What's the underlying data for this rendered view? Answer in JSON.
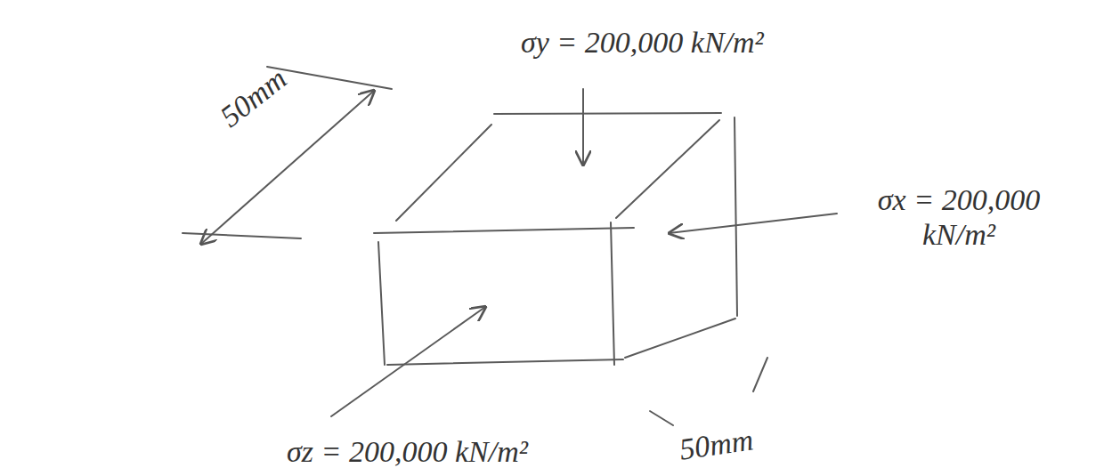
{
  "diagram": {
    "labels": [
      "σy = 200,000 kN/m²",
      "σx = 200,000 kN/m²",
      "σz = 200,000 kN/m²",
      "50mm",
      "50mm"
    ]
  }
}
